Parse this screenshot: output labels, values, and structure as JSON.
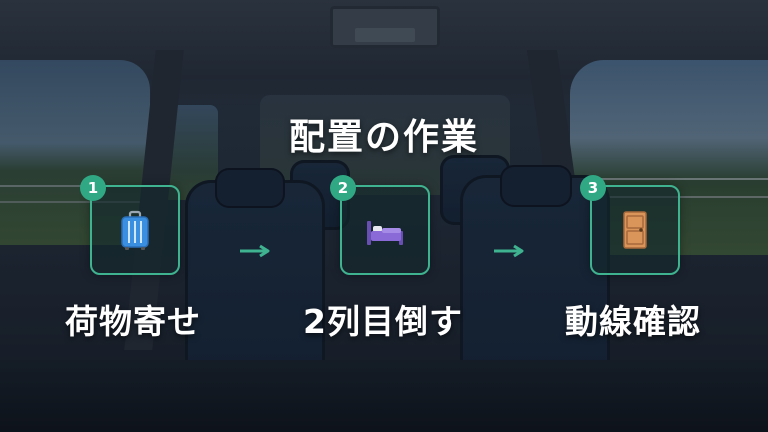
{
  "title": "配置の作業",
  "colors": {
    "accent": "#2fa883",
    "border": "#3fb28f",
    "text": "#ffffff"
  },
  "steps": [
    {
      "number": "1",
      "label": "荷物寄せ",
      "icon": "luggage-icon"
    },
    {
      "number": "2",
      "label": "2列目倒す",
      "icon": "bed-icon"
    },
    {
      "number": "3",
      "label": "動線確認",
      "icon": "door-icon"
    }
  ],
  "arrows": [
    "arrow-right-icon",
    "arrow-right-icon"
  ]
}
